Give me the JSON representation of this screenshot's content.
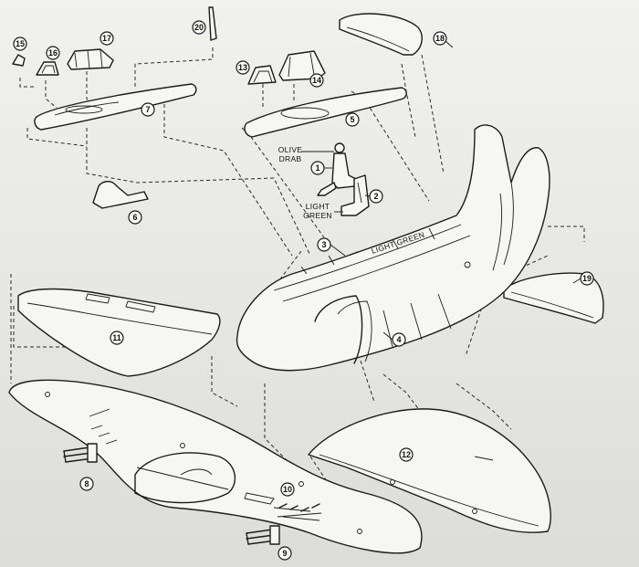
{
  "parts": [
    {
      "id": "1",
      "label": "1"
    },
    {
      "id": "2",
      "label": "2"
    },
    {
      "id": "3",
      "label": "3"
    },
    {
      "id": "4",
      "label": "4"
    },
    {
      "id": "5",
      "label": "5"
    },
    {
      "id": "6",
      "label": "6"
    },
    {
      "id": "7",
      "label": "7"
    },
    {
      "id": "8",
      "label": "8"
    },
    {
      "id": "9",
      "label": "9"
    },
    {
      "id": "10",
      "label": "10"
    },
    {
      "id": "11",
      "label": "11"
    },
    {
      "id": "12",
      "label": "12"
    },
    {
      "id": "13",
      "label": "13"
    },
    {
      "id": "14",
      "label": "14"
    },
    {
      "id": "15",
      "label": "15"
    },
    {
      "id": "16",
      "label": "16"
    },
    {
      "id": "17",
      "label": "17"
    },
    {
      "id": "18",
      "label": "18"
    },
    {
      "id": "19",
      "label": "19"
    },
    {
      "id": "20",
      "label": "20"
    }
  ],
  "paint_notes": {
    "pilot_line1": "OLIVE",
    "pilot_line2": "DRAB",
    "seat_line1": "LIGHT",
    "seat_line2": "GREEN",
    "fuselage": "LIGHT GREEN"
  }
}
